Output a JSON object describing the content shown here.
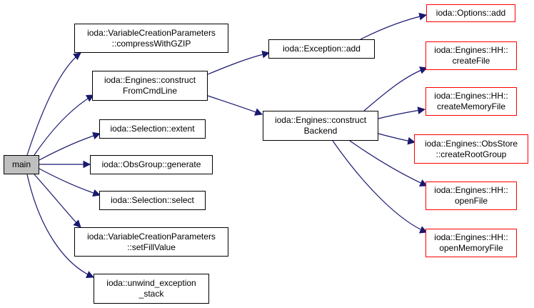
{
  "diagram": {
    "nodes": {
      "main": {
        "lines": [
          "main"
        ]
      },
      "var_compress": {
        "lines": [
          "ioda::VariableCreationParameters",
          "::compressWithGZIP"
        ]
      },
      "construct_cmd": {
        "lines": [
          "ioda::Engines::construct",
          "FromCmdLine"
        ]
      },
      "sel_extent": {
        "lines": [
          "ioda::Selection::extent"
        ]
      },
      "obsgroup_gen": {
        "lines": [
          "ioda::ObsGroup::generate"
        ]
      },
      "sel_select": {
        "lines": [
          "ioda::Selection::select"
        ]
      },
      "var_fill": {
        "lines": [
          "ioda::VariableCreationParameters",
          "::setFillValue"
        ]
      },
      "unwind": {
        "lines": [
          "ioda::unwind_exception",
          "_stack"
        ]
      },
      "exc_add": {
        "lines": [
          "ioda::Exception::add"
        ]
      },
      "construct_backend": {
        "lines": [
          "ioda::Engines::construct",
          "Backend"
        ]
      },
      "options_add": {
        "lines": [
          "ioda::Options::add"
        ]
      },
      "hh_create": {
        "lines": [
          "ioda::Engines::HH::",
          "createFile"
        ]
      },
      "hh_create_mem": {
        "lines": [
          "ioda::Engines::HH::",
          "createMemoryFile"
        ]
      },
      "obsstore_root": {
        "lines": [
          "ioda::Engines::ObsStore",
          "::createRootGroup"
        ]
      },
      "hh_open": {
        "lines": [
          "ioda::Engines::HH::",
          "openFile"
        ]
      },
      "hh_open_mem": {
        "lines": [
          "ioda::Engines::HH::",
          "openMemoryFile"
        ]
      }
    }
  },
  "colors": {
    "edge": "#191970",
    "node_border": "#000000",
    "external_border": "#ff0000",
    "root_fill": "#bfbfbf"
  }
}
